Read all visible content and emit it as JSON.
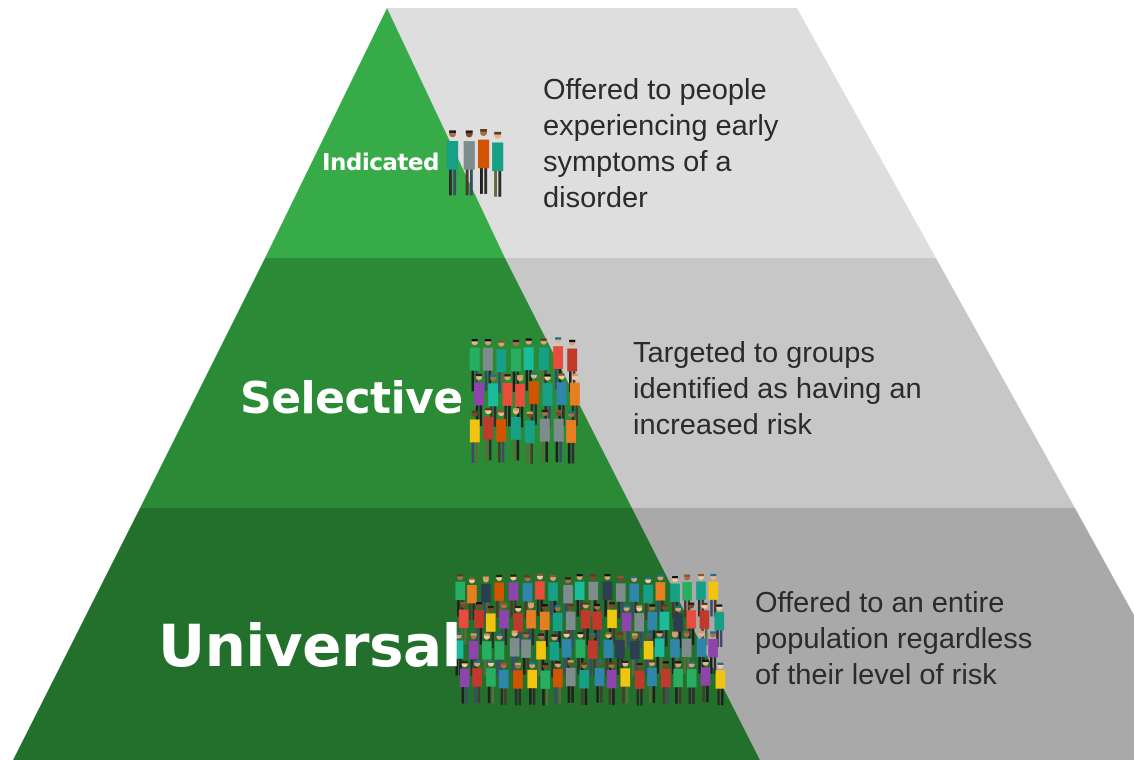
{
  "colors": {
    "top_green": "#37ab47",
    "mid_green": "#2a8a36",
    "bottom_green": "#22702c",
    "top_gray": "#dedede",
    "mid_gray": "#c7c7c7",
    "bottom_gray": "#a9a9a9",
    "text_dark": "#2b2b2b",
    "label_white": "#ffffff"
  },
  "tiers": [
    {
      "label": "Indicated",
      "lines": [
        "Offered to people",
        "experiencing early",
        "symptoms of a",
        "disorder"
      ],
      "icon": "people-group-small-icon"
    },
    {
      "label": "Selective",
      "lines": [
        "Targeted to groups",
        "identified as having an",
        "increased risk"
      ],
      "icon": "people-group-medium-icon"
    },
    {
      "label": "Universal",
      "lines": [
        "Offered to an entire",
        "population regardless",
        "of their level of risk"
      ],
      "icon": "people-crowd-large-icon"
    }
  ]
}
